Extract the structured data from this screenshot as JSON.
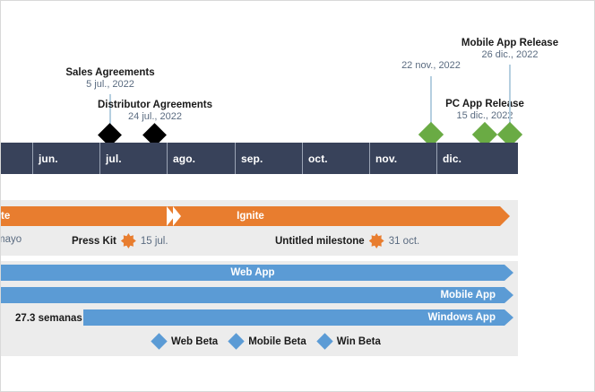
{
  "colors": {
    "orange": "#e87d2f",
    "blue": "#5b9bd5",
    "green": "#6aab44",
    "axis_navy": "#38425a",
    "band_gray": "#ececec",
    "date_text": "#5a6b80",
    "stem": "#b5cfe0"
  },
  "chart_data": {
    "type": "timeline",
    "title": "",
    "axis": {
      "label": "",
      "ticks": [
        "jun.",
        "jul.",
        "ago.",
        "sep.",
        "oct.",
        "nov.",
        "dic."
      ],
      "year": "2022"
    },
    "milestones": [
      {
        "title": "Sales Agreements",
        "date": "5 jul., 2022",
        "marker": "black-diamond"
      },
      {
        "title": "Distributor Agreements",
        "date": "24 jul., 2022",
        "marker": "black-diamond"
      },
      {
        "title": "",
        "date": "22 nov., 2022",
        "marker": "green-diamond"
      },
      {
        "title": "PC App Release",
        "date": "15 dic., 2022",
        "marker": "green-diamond"
      },
      {
        "title": "Mobile App Release",
        "date": "26 dic., 2022",
        "marker": "green-diamond"
      }
    ],
    "bars": [
      {
        "label": "Ignite",
        "color": "orange",
        "lane": 0
      },
      {
        "label": "Web App",
        "color": "blue",
        "lane": 1
      },
      {
        "label": "Mobile App",
        "color": "blue",
        "lane": 2
      },
      {
        "label": "Windows App",
        "color": "blue",
        "lane": 3,
        "duration": "27.3 semanas"
      }
    ],
    "inline_milestones": [
      {
        "name": "Press Kit",
        "date": "15 jul.",
        "marker": "orange-star"
      },
      {
        "name": "Untitled milestone",
        "date": "31 oct.",
        "marker": "orange-star"
      }
    ],
    "legend": [
      {
        "label": "Web Beta",
        "marker": "blue-diamond"
      },
      {
        "label": "Mobile Beta",
        "marker": "blue-diamond"
      },
      {
        "label": "Win Beta",
        "marker": "blue-diamond"
      }
    ],
    "clipped_labels": [
      {
        "text": "te",
        "kind": "bar-label-clipped"
      },
      {
        "text": "mayo",
        "kind": "date-clipped"
      }
    ]
  },
  "months": {
    "m0": "jun.",
    "m1": "jul.",
    "m2": "ago.",
    "m3": "sep.",
    "m4": "oct.",
    "m5": "nov.",
    "m6": "dic."
  },
  "milestones": {
    "sales": {
      "title": "Sales Agreements",
      "date": "5 jul., 2022"
    },
    "distrib": {
      "title": "Distributor Agreements",
      "date": "24 jul., 2022"
    },
    "nov22": {
      "title": "",
      "date": "22 nov., 2022"
    },
    "pc": {
      "title": "PC App Release",
      "date": "15 dic., 2022"
    },
    "mobile": {
      "title": "Mobile App Release",
      "date": "26 dic., 2022"
    }
  },
  "bars": {
    "ignite_clipped": "te",
    "ignite": "Ignite",
    "web": "Web App",
    "mobile": "Mobile App",
    "windows": "Windows App",
    "windows_duration": "27.3 semanas"
  },
  "inline": {
    "mayo_clipped": "mayo",
    "press_kit_name": "Press Kit",
    "press_kit_date": "15 jul.",
    "untitled_name": "Untitled milestone",
    "untitled_date": "31 oct."
  },
  "legend": {
    "web": "Web Beta",
    "mobile": "Mobile Beta",
    "win": "Win Beta"
  }
}
